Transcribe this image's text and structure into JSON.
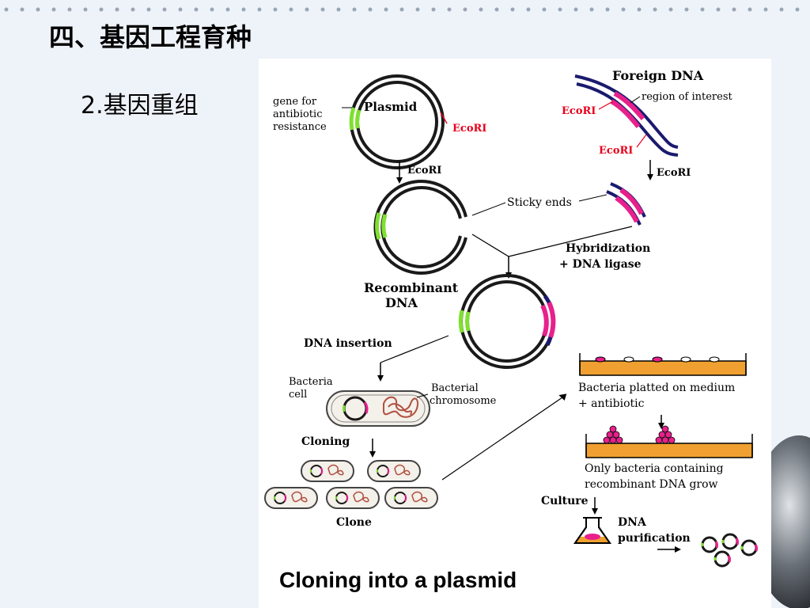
{
  "slide": {
    "title": "四、基因工程育种",
    "subtitle": "2.基因重组"
  },
  "diagram": {
    "caption": "Cloning into a plasmid",
    "labels": {
      "gene_line1": "gene for",
      "gene_line2": "antibiotic",
      "gene_line3": "resistance",
      "plasmid": "Plasmid",
      "ecori_plasmid": "EcoRI",
      "foreign_dna": "Foreign DNA",
      "region": "region of interest",
      "ecori_left": "EcoRI",
      "ecori_bottom": "EcoRI",
      "ecori_arrow_left": "EcoRI",
      "ecori_arrow_right": "EcoRI",
      "sticky_ends": "Sticky ends",
      "hybridization_line1": "Hybridization",
      "hybridization_line2": "+ DNA ligase",
      "recombinant_line1": "Recombinant",
      "recombinant_line2": "DNA",
      "dna_insertion": "DNA insertion",
      "bacteria_line1": "Bacteria",
      "bacteria_line2": "cell",
      "chromosome_line1": "Bacterial",
      "chromosome_line2": "chromosome",
      "cloning": "Cloning",
      "clone": "Clone",
      "platted_line1": "Bacteria platted on medium",
      "platted_line2": "+ antibiotic",
      "only_line1": "Only bacteria containing",
      "only_line2": "recombinant DNA grow",
      "culture": "Culture",
      "purification_line1": "DNA",
      "purification_line2": "purification"
    },
    "colors": {
      "dna_strand": "#1a1a6e",
      "insert": "#e8208c",
      "marker_gene": "#7fe030",
      "ecori_label": "#e8001c",
      "medium": "#f0a030"
    }
  }
}
